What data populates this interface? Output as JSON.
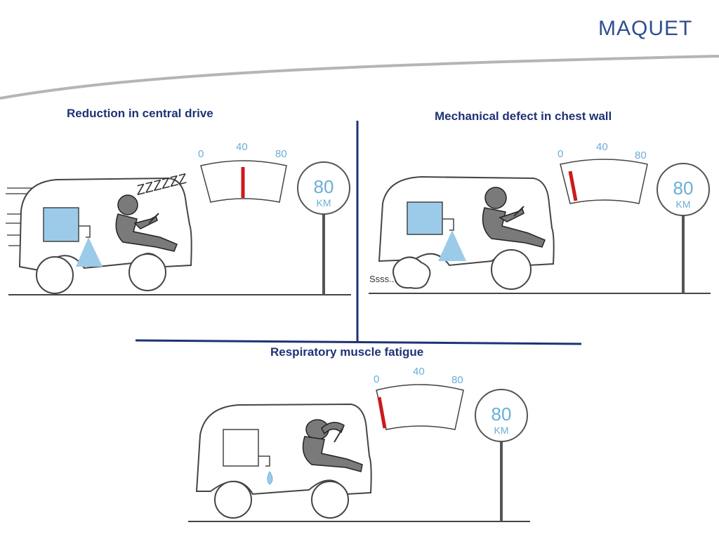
{
  "brand": {
    "logo_text": "MAQUET"
  },
  "colors": {
    "title": "#1f3275",
    "water": "#9ccbea",
    "needle": "#cc1a1a",
    "divider": "#1f3275",
    "ink": "#333333"
  },
  "panels": [
    {
      "title": "Reduction in central drive",
      "gauge": {
        "ticks": [
          "0",
          "40",
          "80"
        ],
        "needle_fraction": 0.5
      },
      "sign": {
        "number": "80",
        "unit": "KM"
      },
      "sound": "ZZZZZZ"
    },
    {
      "title": "Mechanical defect in chest wall",
      "gauge": {
        "ticks": [
          "0",
          "40",
          "80"
        ],
        "needle_fraction": 0.1
      },
      "sign": {
        "number": "80",
        "unit": "KM"
      },
      "sound": "Ssss..."
    },
    {
      "title": "Respiratory muscle fatigue",
      "gauge": {
        "ticks": [
          "0",
          "40",
          "80"
        ],
        "needle_fraction": 0.05
      },
      "sign": {
        "number": "80",
        "unit": "KM"
      }
    }
  ]
}
